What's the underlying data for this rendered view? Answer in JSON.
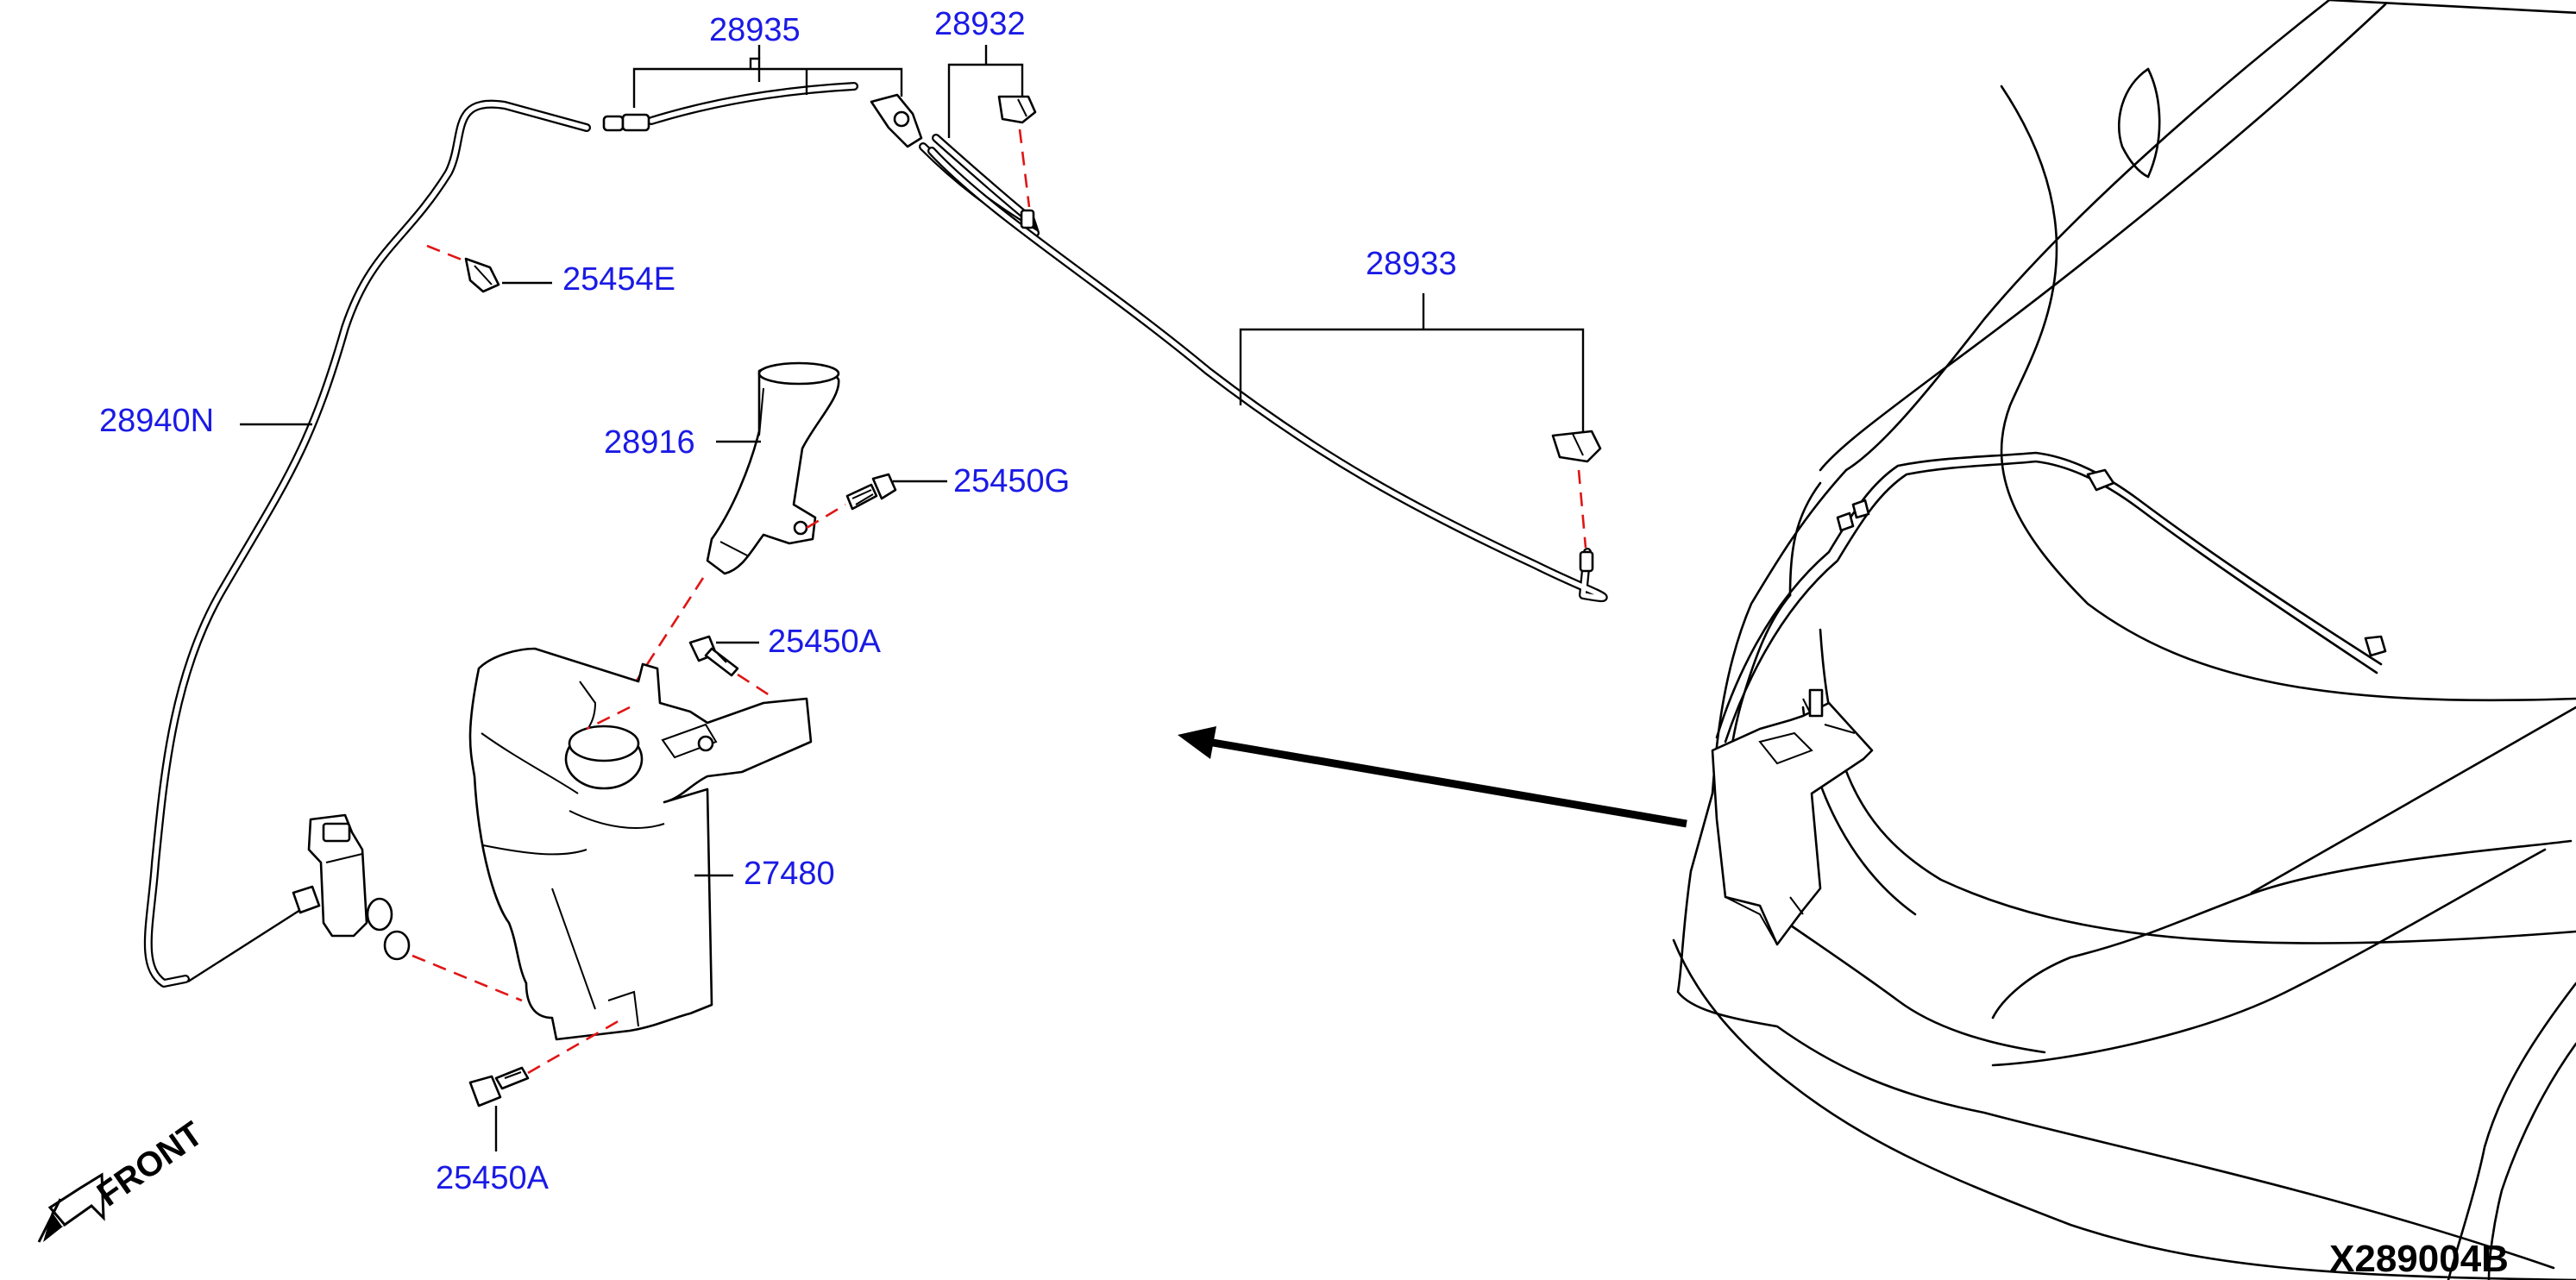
{
  "diagram": {
    "id_code": "X289004B",
    "front_label": "FRONT",
    "colors": {
      "callout": "#1a1ae6",
      "guide_line": "#e01515",
      "lines": "#000000"
    },
    "callouts": [
      {
        "key": "p28935",
        "text": "28935"
      },
      {
        "key": "p28932",
        "text": "28932"
      },
      {
        "key": "p25454E",
        "text": "25454E"
      },
      {
        "key": "p28933",
        "text": "28933"
      },
      {
        "key": "p28940N",
        "text": "28940N"
      },
      {
        "key": "p28916",
        "text": "28916"
      },
      {
        "key": "p25450G",
        "text": "25450G"
      },
      {
        "key": "p25450A_top",
        "text": "25450A"
      },
      {
        "key": "p27480",
        "text": "27480"
      },
      {
        "key": "p25450A_bottom",
        "text": "25450A"
      }
    ]
  }
}
